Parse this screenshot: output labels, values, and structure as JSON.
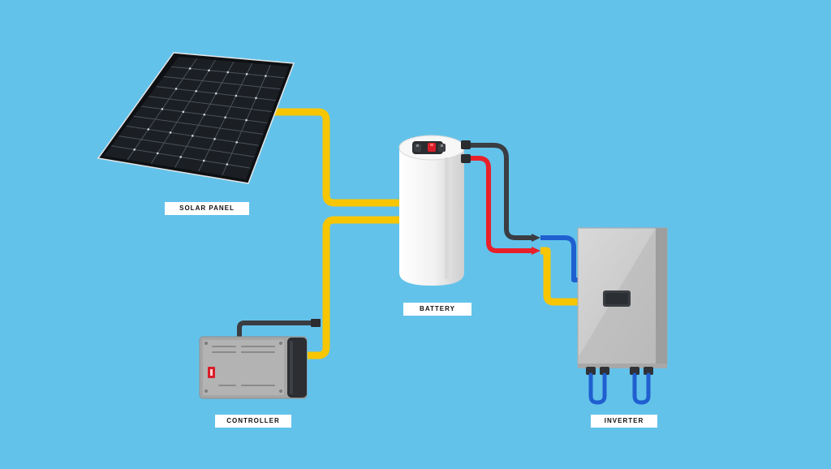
{
  "labels": {
    "solar_panel": "SOLAR PANEL",
    "battery": "BATTERY",
    "controller": "CONTROLLER",
    "inverter": "INVERTER"
  },
  "colors": {
    "background": "#63c2ea",
    "yellow_wire": "#f7c600",
    "red_wire": "#e8202a",
    "blue_wire": "#1f5fd0",
    "dark_wire": "#3a3d42",
    "panel": "#15181c",
    "battery_body": "#f2f2f2",
    "controller_body": "#a9a9a9",
    "inverter_body": "#c9c9c9"
  }
}
